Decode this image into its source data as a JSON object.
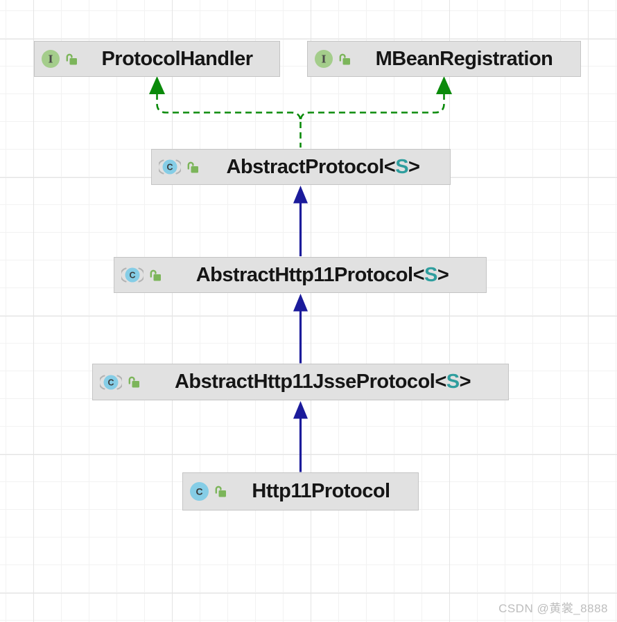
{
  "diagram_type": "uml-class-inheritance",
  "colors": {
    "implements_arrow": "#0a8a0a",
    "extends_arrow": "#1b1b9b",
    "type_param": "#2f9e9e",
    "node_bg": "#e1e1e1",
    "node_border": "#c4c4c4",
    "interface_icon_bg": "#a4cd8b",
    "class_icon_bg": "#85cde6",
    "lock_icon_green": "#7cb55a"
  },
  "icons": {
    "interface_letter": "I",
    "class_letter": "C"
  },
  "nodes": [
    {
      "id": "protocol-handler",
      "kind": "interface",
      "name": "ProtocolHandler"
    },
    {
      "id": "mbean-registration",
      "kind": "interface",
      "name": "MBeanRegistration"
    },
    {
      "id": "abstract-protocol",
      "kind": "abstract-class",
      "name": "AbstractProtocol",
      "generic_open": "<",
      "type_param": "S",
      "generic_close": ">"
    },
    {
      "id": "abstract-http11-protocol",
      "kind": "abstract-class",
      "name": "AbstractHttp11Protocol",
      "generic_open": "<",
      "type_param": "S",
      "generic_close": ">"
    },
    {
      "id": "abstract-http11-jsse-protocol",
      "kind": "abstract-class",
      "name": "AbstractHttp11JsseProtocol",
      "generic_open": "<",
      "type_param": "S",
      "generic_close": ">"
    },
    {
      "id": "http11-protocol",
      "kind": "class",
      "name": "Http11Protocol"
    }
  ],
  "relations": [
    {
      "from": "abstract-protocol",
      "to": "protocol-handler",
      "type": "implements",
      "line": "dashed-green",
      "head": "solid-triangle"
    },
    {
      "from": "abstract-protocol",
      "to": "mbean-registration",
      "type": "implements",
      "line": "dashed-green",
      "head": "solid-triangle"
    },
    {
      "from": "abstract-http11-protocol",
      "to": "abstract-protocol",
      "type": "extends",
      "line": "solid-navy",
      "head": "solid-triangle"
    },
    {
      "from": "abstract-http11-jsse-protocol",
      "to": "abstract-http11-protocol",
      "type": "extends",
      "line": "solid-navy",
      "head": "solid-triangle"
    },
    {
      "from": "http11-protocol",
      "to": "abstract-http11-jsse-protocol",
      "type": "extends",
      "line": "solid-navy",
      "head": "solid-triangle"
    }
  ],
  "watermark": {
    "text": "CSDN @黄裳_8888"
  }
}
